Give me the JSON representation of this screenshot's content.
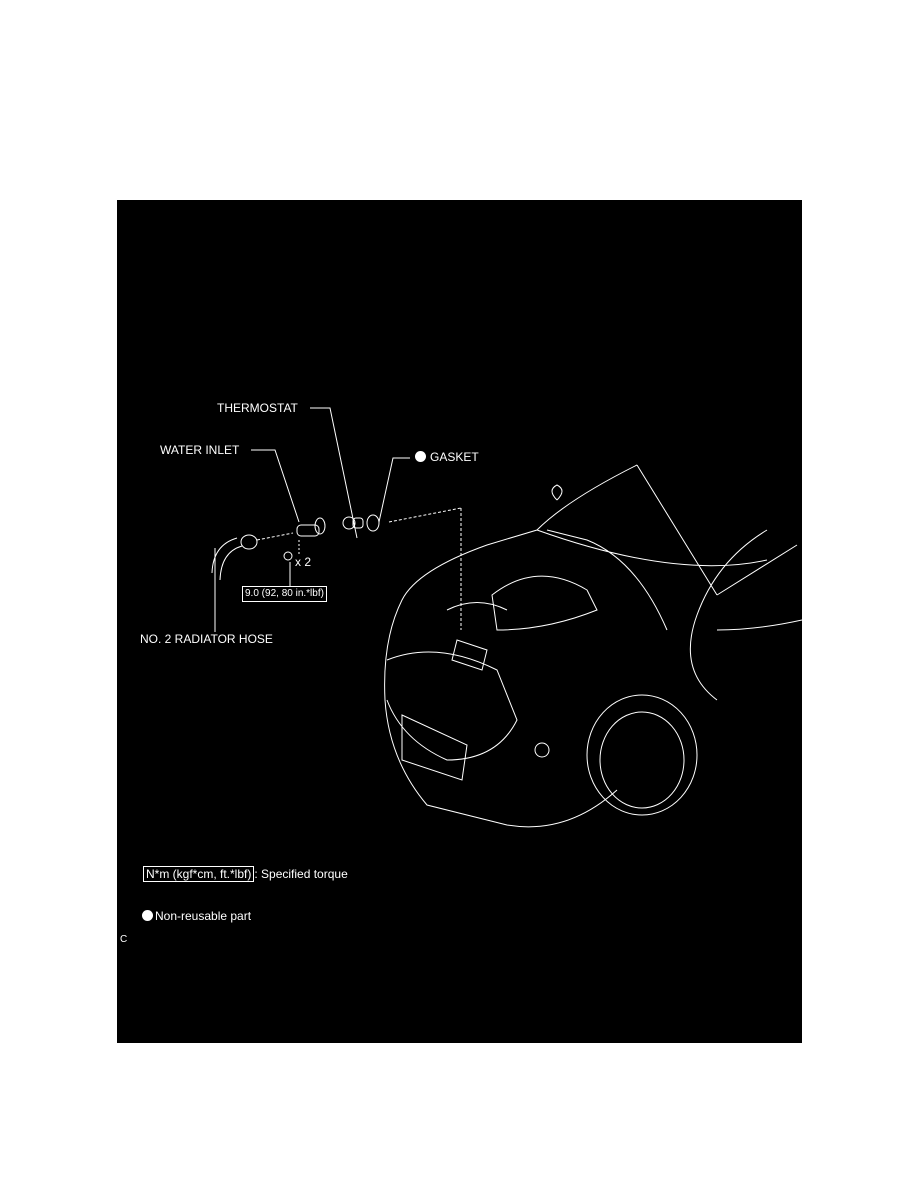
{
  "labels": {
    "thermostat": "THERMOSTAT",
    "water_inlet": "WATER INLET",
    "gasket": "GASKET",
    "bolt_qty": "x 2",
    "torque": "9.0 (92, 80 in.*lbf)",
    "hose": "NO. 2 RADIATOR HOSE"
  },
  "legend": {
    "torque_box": "N*m (kgf*cm, ft.*lbf)",
    "torque_desc": ": Specified torque",
    "non_reusable": "Non-reusable part"
  },
  "corner_mark": "C"
}
